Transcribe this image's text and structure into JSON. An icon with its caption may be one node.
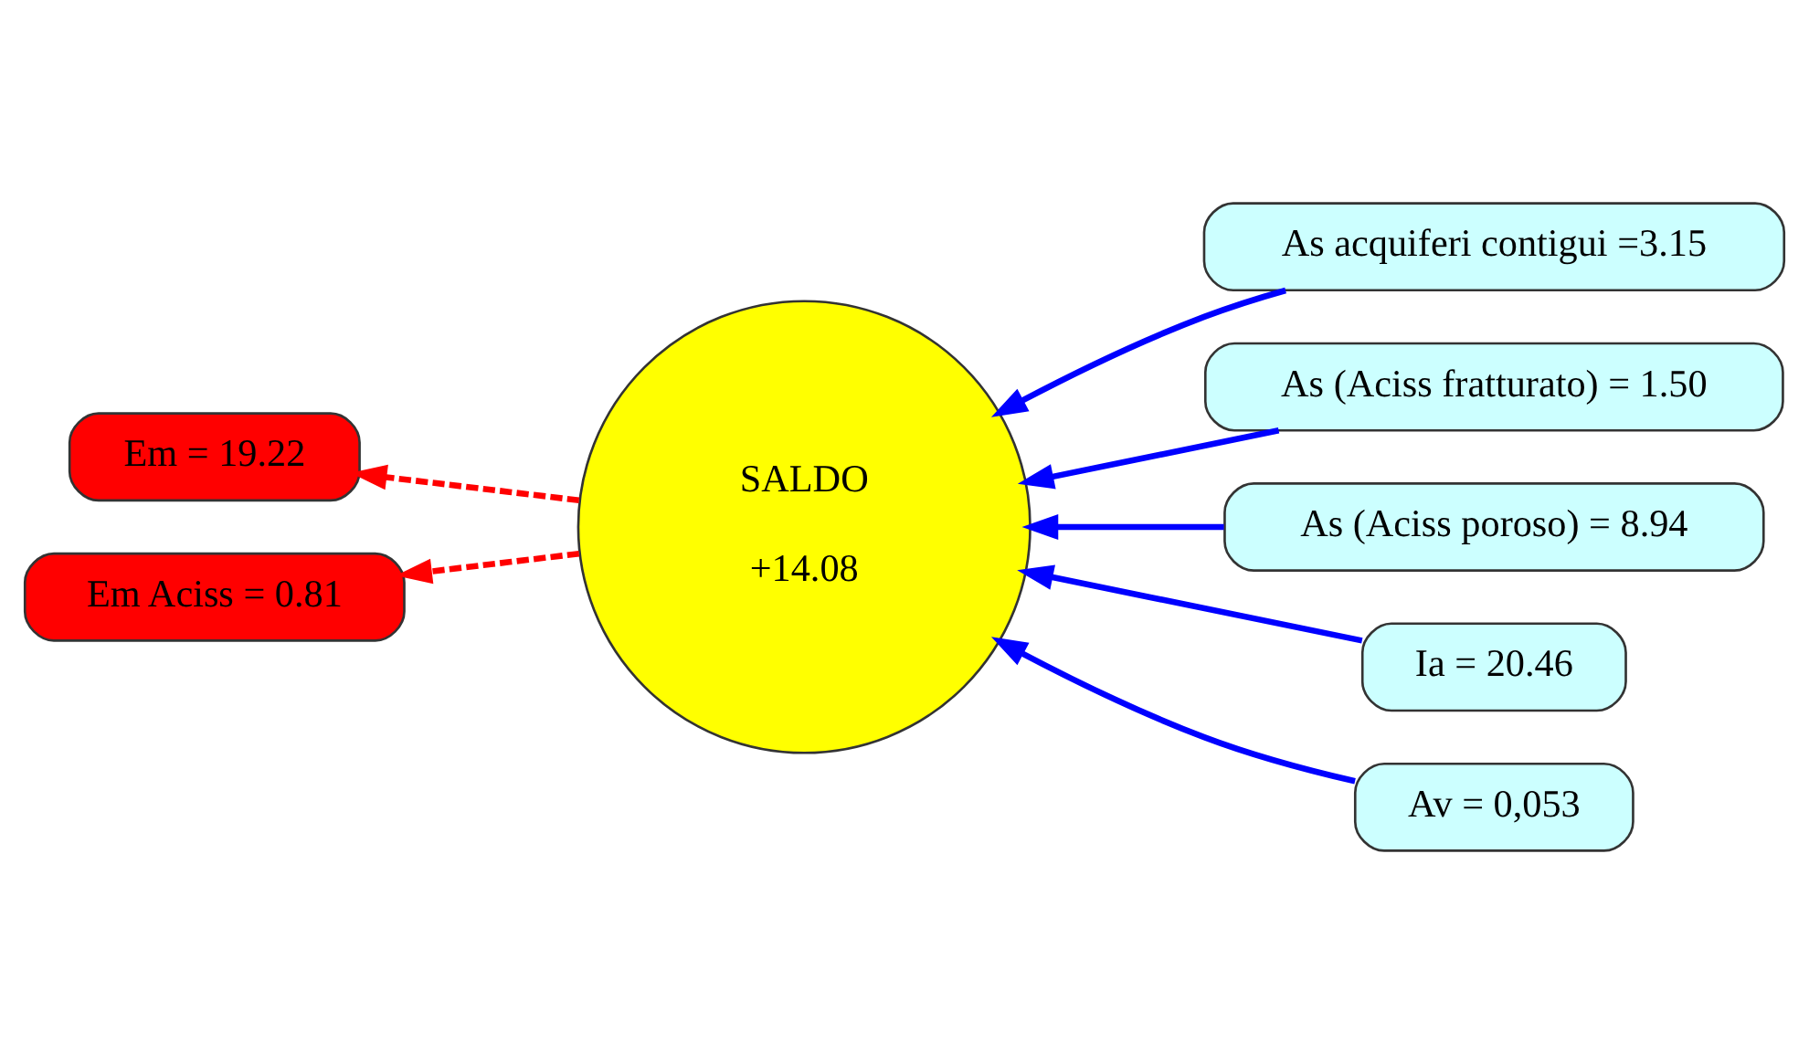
{
  "diagram": {
    "nodes": [
      {
        "text": [
          "SALDO",
          "+14.08"
        ]
      },
      {
        "text": [
          "As acquiferi contigui =3.15"
        ]
      },
      {
        "text": [
          "As (Aciss fratturato) = 1.50"
        ]
      },
      {
        "text": [
          "As (Aciss poroso) = 8.94"
        ]
      },
      {
        "text": [
          "Ia = 20.46"
        ]
      },
      {
        "text": [
          "Av = 0,053"
        ]
      },
      {
        "text": [
          "Em = 19.22"
        ]
      },
      {
        "text": [
          "Em Aciss = 0.81"
        ]
      }
    ],
    "edges": [
      {
        "from": 1,
        "to": 0,
        "arrow": "to"
      },
      {
        "from": 2,
        "to": 0,
        "arrow": "to"
      },
      {
        "from": 3,
        "to": 0,
        "arrow": "to"
      },
      {
        "from": 4,
        "to": 0,
        "arrow": "to"
      },
      {
        "from": 5,
        "to": 0,
        "arrow": "to"
      },
      {
        "from": 0,
        "to": 6,
        "arrow": "to",
        "style": "dashed",
        "color": "#ff0000"
      },
      {
        "from": 0,
        "to": 7,
        "arrow": "to",
        "style": "dashed",
        "color": "#ff0000"
      }
    ]
  }
}
